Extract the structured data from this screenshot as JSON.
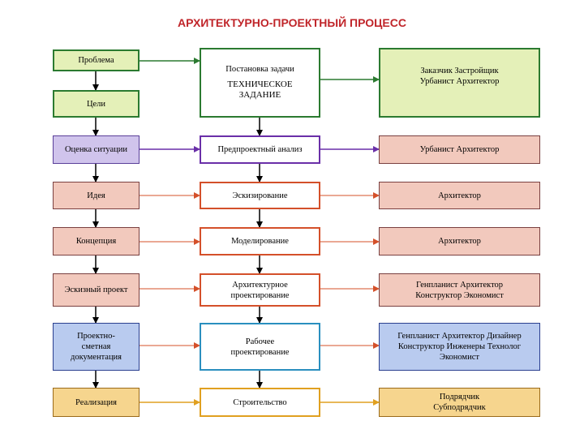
{
  "title": "АРХИТЕКТУРНО-ПРОЕКТНЫЙ ПРОЦЕСС",
  "left": [
    {
      "label": "Проблема"
    },
    {
      "label": "Цели"
    },
    {
      "label": "Оценка ситуации"
    },
    {
      "label": "Идея"
    },
    {
      "label": "Концепция"
    },
    {
      "label": "Эскизный проект"
    },
    {
      "label": "Проектно-\nсметная\nдокументация"
    },
    {
      "label": "Реализация"
    }
  ],
  "center": [
    {
      "label": "Постановка задачи",
      "sub": "ТЕХНИЧЕСКОЕ\nЗАДАНИЕ"
    },
    {
      "label": "Предпроектный анализ"
    },
    {
      "label": "Эскизирование"
    },
    {
      "label": "Моделирование"
    },
    {
      "label": "Архитектурное\nпроектирование"
    },
    {
      "label": "Рабочее\nпроектирование"
    },
    {
      "label": "Строительство"
    }
  ],
  "right": [
    {
      "label": "Заказчик Застройщик\nУрбанист Архитектор"
    },
    {
      "label": "Урбанист Архитектор"
    },
    {
      "label": "Архитектор"
    },
    {
      "label": "Архитектор"
    },
    {
      "label": "Генпланист Архитектор\nКонструктор Экономист"
    },
    {
      "label": "Генпланист Архитектор Дизайнер\nКонструктор Инженеры Технолог\nЭкономист"
    },
    {
      "label": "Подрядчик\nСубподрядчик"
    }
  ],
  "colors": {
    "title": "#c0252a",
    "arrow_black": "#000000",
    "arrow_green": "#2b7a30",
    "arrow_purple": "#6a2fa8",
    "arrow_orange": "#d4502a",
    "arrow_yellow": "#e0a020",
    "fill_lime": "#e4f0b8",
    "fill_purple": "#d0c4ec",
    "fill_pink": "#f2c9bd",
    "fill_blue": "#b9cbef",
    "fill_orange": "#f6d58e"
  }
}
